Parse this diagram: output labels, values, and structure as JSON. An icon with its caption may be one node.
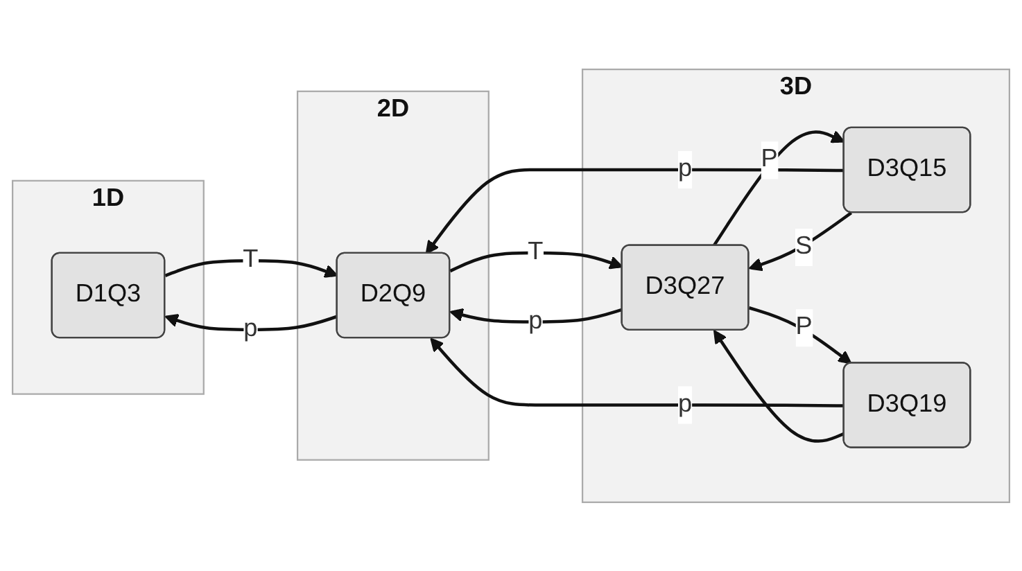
{
  "diagram": {
    "nodes": [
      {
        "text": [
          "1D"
        ]
      },
      {
        "text": [
          "D1Q3"
        ],
        "in": 0
      },
      {
        "text": [
          "2D"
        ]
      },
      {
        "text": [
          "D2Q9"
        ],
        "in": 2
      },
      {
        "text": [
          "3D"
        ]
      },
      {
        "text": [
          "D3Q15"
        ],
        "in": 4
      },
      {
        "text": [
          "D3Q27"
        ],
        "in": 4
      },
      {
        "text": [
          "D3Q19"
        ],
        "in": 4
      }
    ],
    "edges": [
      {
        "from": 1,
        "to": 3,
        "arrow": "to",
        "label": "T"
      },
      {
        "from": 3,
        "to": 1,
        "arrow": "to",
        "label": "p"
      },
      {
        "from": 3,
        "to": 6,
        "arrow": "to",
        "label": "T"
      },
      {
        "from": 6,
        "to": 3,
        "arrow": "to",
        "label": "p"
      },
      {
        "from": 5,
        "to": 3,
        "arrow": "to",
        "label": "p"
      },
      {
        "from": 7,
        "to": 3,
        "arrow": "to",
        "label": "p"
      },
      {
        "from": 6,
        "to": 5,
        "arrow": "to",
        "label": "P"
      },
      {
        "from": 6,
        "to": 7,
        "arrow": "to",
        "label": "P"
      },
      {
        "from": 5,
        "to": 6,
        "arrow": "to",
        "label": "S"
      },
      {
        "from": 7,
        "to": 6,
        "arrow": "to"
      }
    ]
  }
}
